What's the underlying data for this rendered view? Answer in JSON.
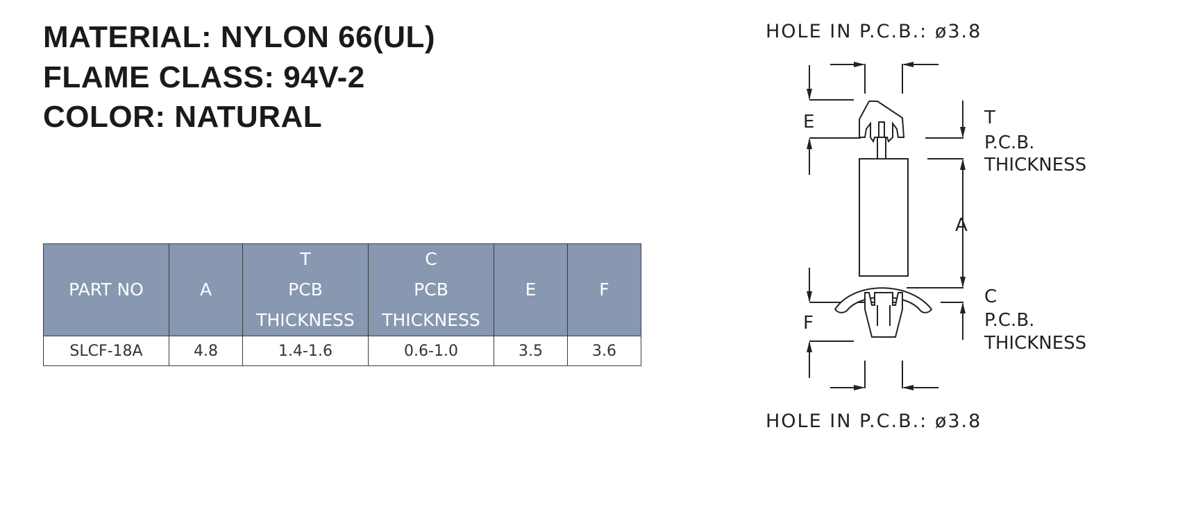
{
  "specs": {
    "material": "MATERIAL: NYLON 66(UL)",
    "flame_class": "FLAME CLASS: 94V-2",
    "color": "COLOR: NATURAL"
  },
  "table": {
    "headers": [
      {
        "key": "part_no",
        "lines": [
          "PART NO"
        ]
      },
      {
        "key": "a",
        "lines": [
          "A"
        ]
      },
      {
        "key": "t",
        "lines": [
          "T",
          "PCB",
          "THICKNESS"
        ]
      },
      {
        "key": "c",
        "lines": [
          "C",
          "PCB",
          "THICKNESS"
        ]
      },
      {
        "key": "e",
        "lines": [
          "E"
        ]
      },
      {
        "key": "f",
        "lines": [
          "F"
        ]
      }
    ],
    "rows": [
      [
        "SLCF-18A",
        "4.8",
        "1.4-1.6",
        "0.6-1.0",
        "3.5",
        "3.6"
      ]
    ],
    "header_color": "#8798b0"
  },
  "drawing": {
    "hole_top": "HOLE IN P.C.B.: ø3.8",
    "hole_bottom": "HOLE IN P.C.B.: ø3.8",
    "label_e": "E",
    "label_f": "F",
    "label_a": "A",
    "label_t": "T",
    "label_t_desc1": "P.C.B.",
    "label_t_desc2": "THICKNESS",
    "label_c": "C",
    "label_c_desc1": "P.C.B.",
    "label_c_desc2": "THICKNESS"
  }
}
